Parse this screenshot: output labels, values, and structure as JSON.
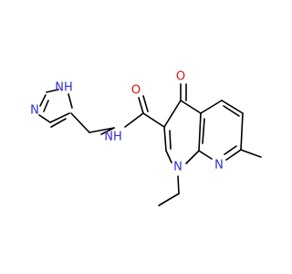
{
  "molecule": {
    "colors": {
      "bond": "#000000",
      "nitrogen": "#3030d8",
      "oxygen": "#e01010",
      "background": "#ffffff"
    },
    "atom_labels": {
      "imidazole_nh": "NH",
      "imidazole_n": "N",
      "amide_nh": "NH",
      "amide_o": "O",
      "ketone_o": "O",
      "ring_n1": "N",
      "ring_n8": "N"
    }
  }
}
